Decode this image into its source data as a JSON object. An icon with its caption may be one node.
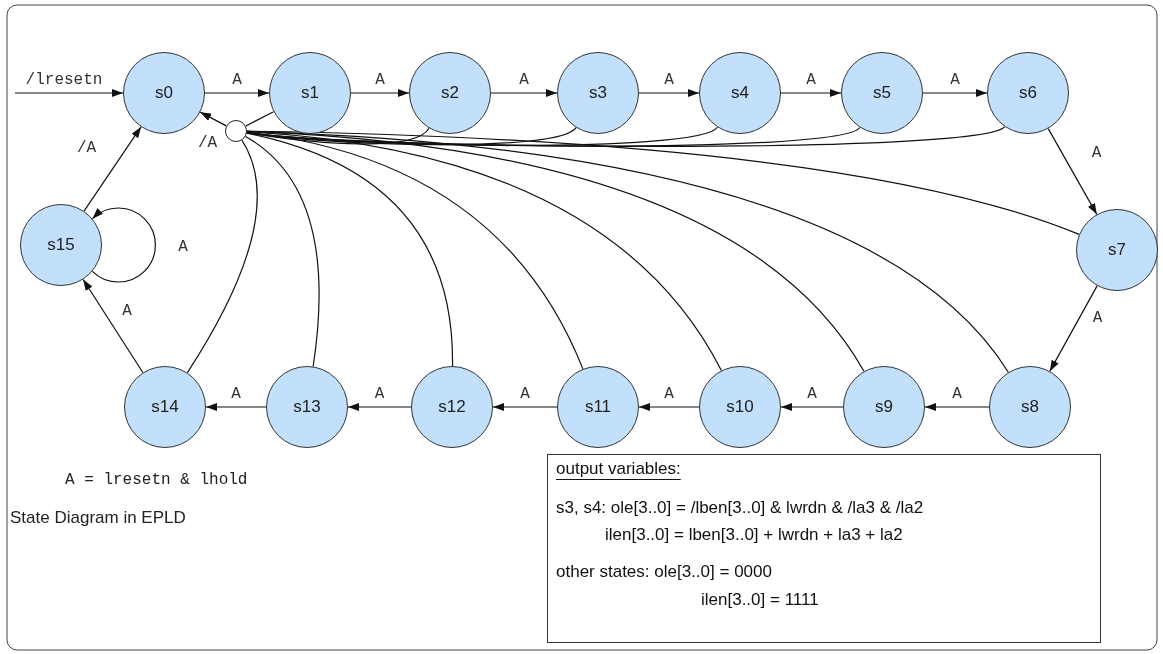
{
  "diagram": {
    "nodes": [
      {
        "text": [
          "s0"
        ]
      },
      {
        "text": [
          "s1"
        ]
      },
      {
        "text": [
          "s2"
        ]
      },
      {
        "text": [
          "s3"
        ]
      },
      {
        "text": [
          "s4"
        ]
      },
      {
        "text": [
          "s5"
        ]
      },
      {
        "text": [
          "s6"
        ]
      },
      {
        "text": [
          "s7"
        ]
      },
      {
        "text": [
          "s8"
        ]
      },
      {
        "text": [
          "s9"
        ]
      },
      {
        "text": [
          "s10"
        ]
      },
      {
        "text": [
          "s11"
        ]
      },
      {
        "text": [
          "s12"
        ]
      },
      {
        "text": [
          "s13"
        ]
      },
      {
        "text": [
          "s14"
        ]
      },
      {
        "text": [
          "s15"
        ]
      },
      {
        "text": [],
        "shape": "circle",
        "beside": [
          "/A"
        ]
      },
      {
        "text": [
          "output variables:",
          "s3, s4: ole[3..0] = /lben[3..0] & lwrdn & /la3 & /la2",
          "ilen[3..0] = lben[3..0] + lwrdn + la3 + la2",
          "other states: ole[3..0]  = 0000",
          "ilen[3..0] = 1111"
        ]
      }
    ],
    "edges": [
      {
        "from": null,
        "to": 0,
        "arrow": "to",
        "label": "/lresetn"
      },
      {
        "from": 0,
        "to": 1,
        "arrow": "to",
        "label": "A"
      },
      {
        "from": 1,
        "to": 2,
        "arrow": "to",
        "label": "A"
      },
      {
        "from": 2,
        "to": 3,
        "arrow": "to",
        "label": "A"
      },
      {
        "from": 3,
        "to": 4,
        "arrow": "to",
        "label": "A"
      },
      {
        "from": 4,
        "to": 5,
        "arrow": "to",
        "label": "A"
      },
      {
        "from": 5,
        "to": 6,
        "arrow": "to",
        "label": "A"
      },
      {
        "from": 6,
        "to": 7,
        "arrow": "to",
        "label": "A"
      },
      {
        "from": 7,
        "to": 8,
        "arrow": "to",
        "label": "A"
      },
      {
        "from": 8,
        "to": 9,
        "arrow": "to",
        "label": "A"
      },
      {
        "from": 9,
        "to": 10,
        "arrow": "to",
        "label": "A"
      },
      {
        "from": 10,
        "to": 11,
        "arrow": "to",
        "label": "A"
      },
      {
        "from": 11,
        "to": 12,
        "arrow": "to",
        "label": "A"
      },
      {
        "from": 12,
        "to": 13,
        "arrow": "to",
        "label": "A"
      },
      {
        "from": 13,
        "to": 14,
        "arrow": "to",
        "label": "A"
      },
      {
        "from": 14,
        "to": 15,
        "arrow": "to",
        "label": "A"
      },
      {
        "from": 15,
        "to": 15,
        "arrow": "to",
        "label": "A"
      },
      {
        "from": 15,
        "to": 0,
        "arrow": "to",
        "label": "/A"
      },
      {
        "from": 1,
        "to": 16,
        "arrow": "none"
      },
      {
        "from": 2,
        "to": 16,
        "arrow": "none"
      },
      {
        "from": 3,
        "to": 16,
        "arrow": "none"
      },
      {
        "from": 4,
        "to": 16,
        "arrow": "none"
      },
      {
        "from": 5,
        "to": 16,
        "arrow": "none"
      },
      {
        "from": 6,
        "to": 16,
        "arrow": "none"
      },
      {
        "from": 7,
        "to": 16,
        "arrow": "none"
      },
      {
        "from": 8,
        "to": 16,
        "arrow": "none"
      },
      {
        "from": 9,
        "to": 16,
        "arrow": "none"
      },
      {
        "from": 10,
        "to": 16,
        "arrow": "none"
      },
      {
        "from": 11,
        "to": 16,
        "arrow": "none"
      },
      {
        "from": 12,
        "to": 16,
        "arrow": "none"
      },
      {
        "from": 13,
        "to": 16,
        "arrow": "none"
      },
      {
        "from": 14,
        "to": 16,
        "arrow": "none"
      },
      {
        "from": 16,
        "to": 0,
        "arrow": "to"
      }
    ],
    "labels": [
      "A = lresetn & lhold",
      "State Diagram in EPLD"
    ]
  }
}
